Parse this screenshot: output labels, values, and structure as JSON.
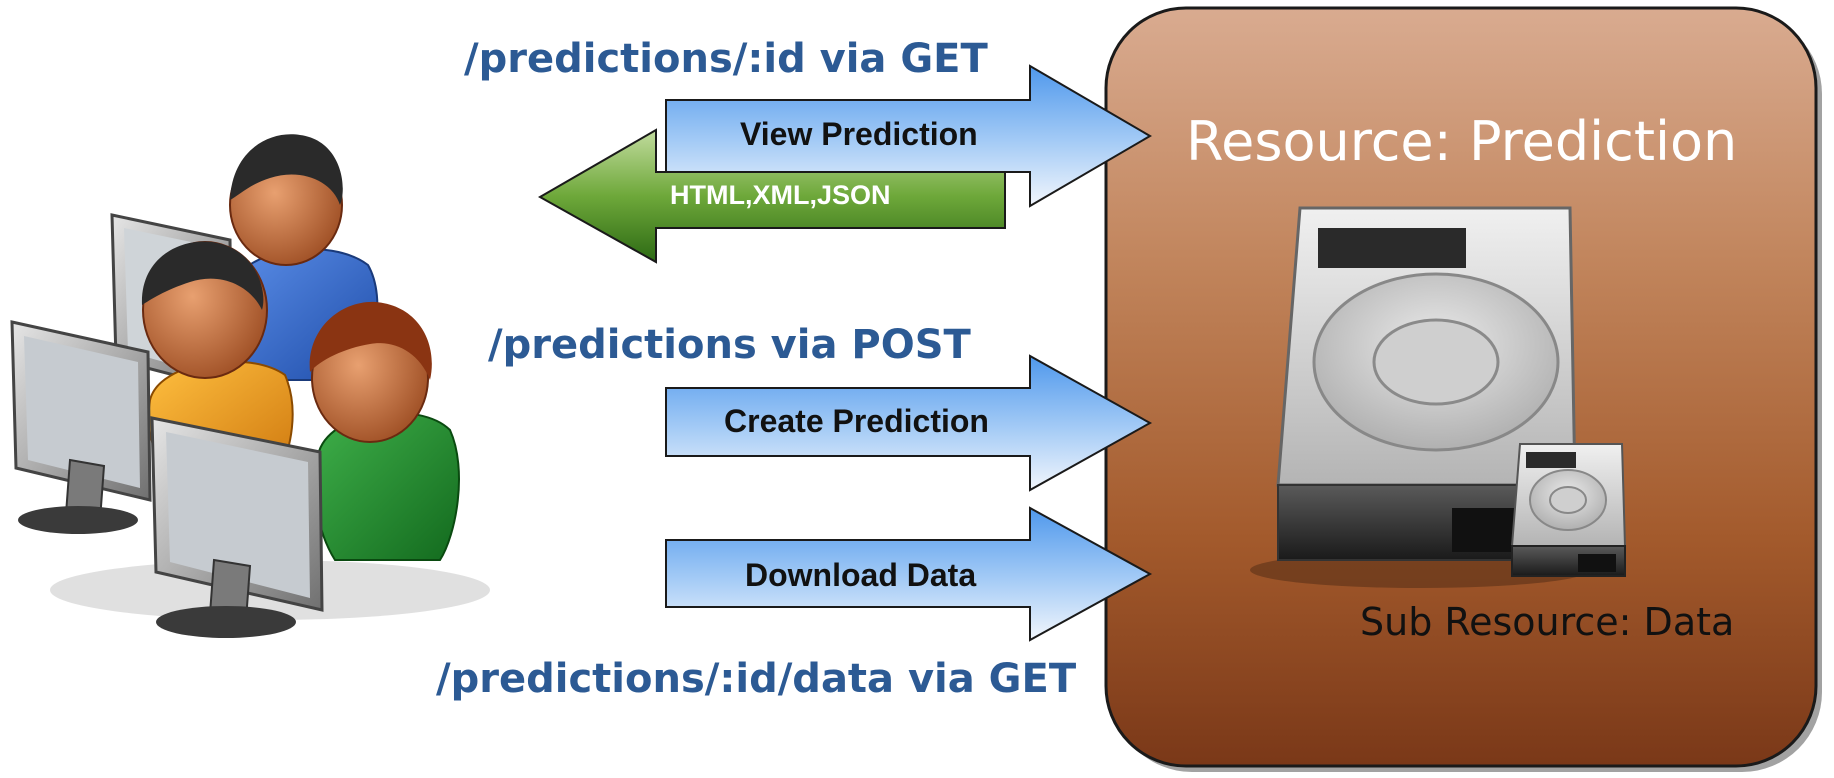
{
  "resource": {
    "title": "Resource: Prediction",
    "sub_title": "Sub Resource: Data"
  },
  "interactions": {
    "view": {
      "route": "/predictions/:id via GET",
      "label": "View Prediction",
      "response": "HTML,XML,JSON"
    },
    "create": {
      "route": "/predictions via POST",
      "label": "Create Prediction"
    },
    "download": {
      "route": "/predictions/:id/data via GET",
      "label": "Download Data"
    }
  },
  "colors": {
    "route_text": "#2c5a94",
    "request_arrow": "#6aa8f0",
    "response_arrow": "#4a8a2a",
    "resource_box_top": "#d8a98c",
    "resource_box_bottom": "#7a3a1a"
  },
  "icons": {
    "users": "users-at-computers-icon",
    "resource": "hard-drive-icon",
    "sub_resource": "small-hard-drive-icon"
  }
}
